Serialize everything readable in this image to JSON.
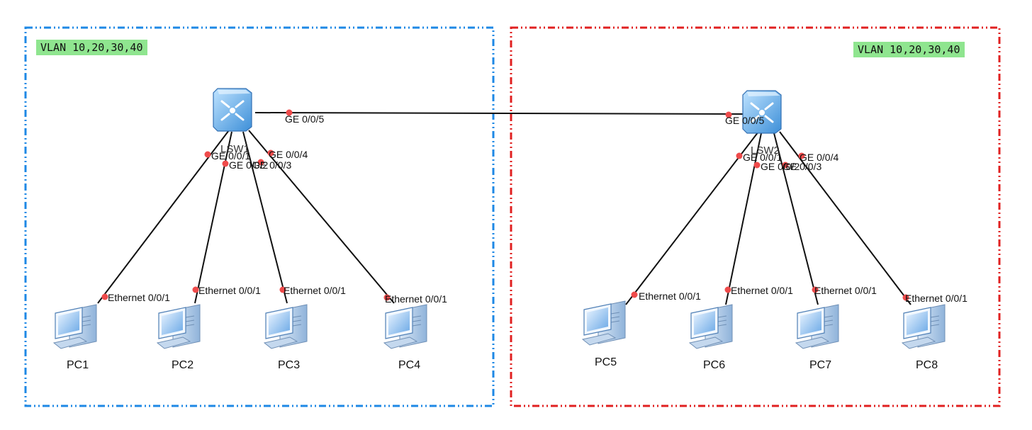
{
  "zones": [
    {
      "name": "left-zone",
      "vlan_label": "VLAN 10,20,30,40",
      "color": "#1e88e5"
    },
    {
      "name": "right-zone",
      "vlan_label": "VLAN 10,20,30,40",
      "color": "#e02020"
    }
  ],
  "switches": [
    {
      "id": "lsw1",
      "label": "LSW1"
    },
    {
      "id": "lsw2",
      "label": "LSW2"
    }
  ],
  "pcs": [
    {
      "id": "pc1",
      "label": "PC1",
      "port": "Ethernet 0/0/1"
    },
    {
      "id": "pc2",
      "label": "PC2",
      "port": "Ethernet 0/0/1"
    },
    {
      "id": "pc3",
      "label": "PC3",
      "port": "Ethernet 0/0/1"
    },
    {
      "id": "pc4",
      "label": "PC4",
      "port": "Ethernet 0/0/1"
    },
    {
      "id": "pc5",
      "label": "PC5",
      "port": "Ethernet 0/0/1"
    },
    {
      "id": "pc6",
      "label": "PC6",
      "port": "Ethernet 0/0/1"
    },
    {
      "id": "pc7",
      "label": "PC7",
      "port": "Ethernet 0/0/1"
    },
    {
      "id": "pc8",
      "label": "PC8",
      "port": "Ethernet 0/0/1"
    }
  ],
  "switch_ports": {
    "lsw1": [
      "GE 0/0/1",
      "GE 0/0/2",
      "GE 0/0/3",
      "GE 0/0/4",
      "GE 0/0/5"
    ],
    "lsw2": [
      "GE 0/0/1",
      "GE 0/0/2",
      "GE 0/0/3",
      "GE 0/0/4",
      "GE 0/0/5"
    ]
  },
  "colors": {
    "link": "#111111",
    "port_dot": "#ef4b4b",
    "vlan_bg": "#8fe58f",
    "device_blue": "#6d9fd4"
  }
}
